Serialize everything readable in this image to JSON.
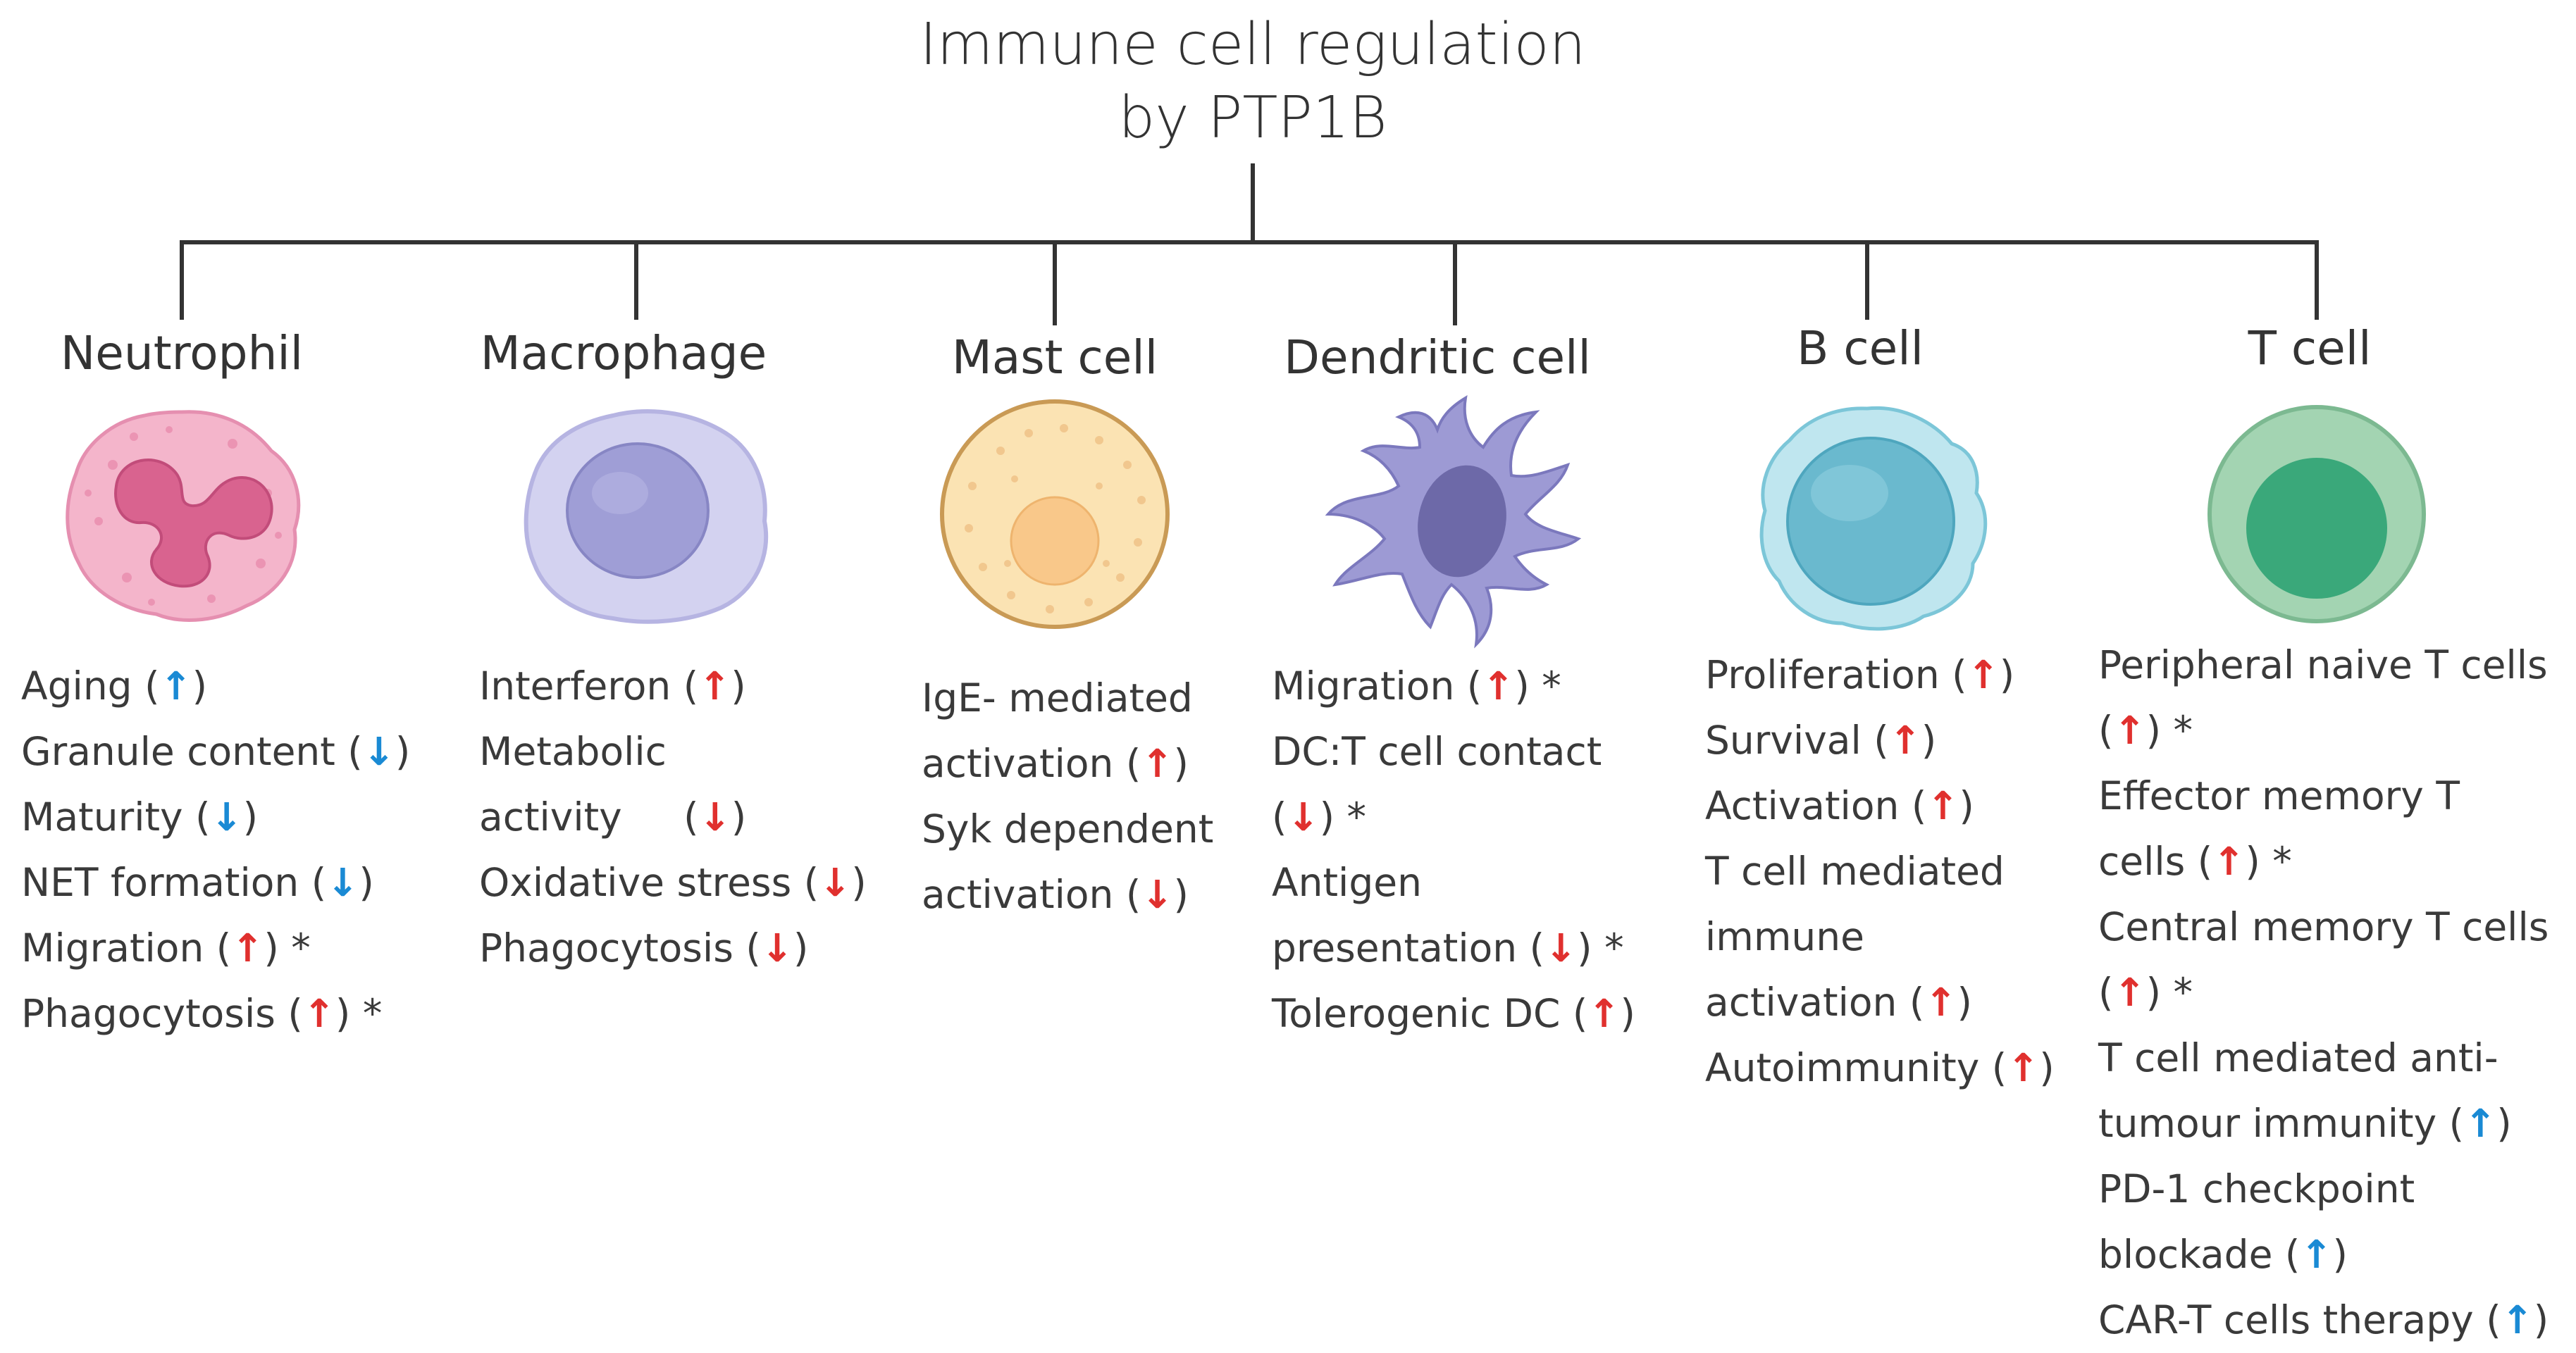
{
  "title_lines": [
    "Immune cell regulation",
    "by PTP1B"
  ],
  "colors": {
    "up_red": "#e0302e",
    "down_red": "#e0302e",
    "up_blue": "#1a8ad4",
    "down_blue": "#1a8ad4",
    "connector": "#333333"
  },
  "cells": [
    {
      "id": "neutrophil",
      "name": "Neutrophil",
      "icon": "neutrophil-icon",
      "lines": [
        {
          "text": "Aging (",
          "arrow": "↑",
          "color": "blue",
          "after": ")"
        },
        {
          "text": "Granule content (",
          "arrow": "↓",
          "color": "blue",
          "after": ")"
        },
        {
          "text": "Maturity (",
          "arrow": "↓",
          "color": "blue",
          "after": ")"
        },
        {
          "text": "NET formation (",
          "arrow": "↓",
          "color": "blue",
          "after": ")"
        },
        {
          "text": "Migration (",
          "arrow": "↑",
          "color": "red",
          "after": ") *"
        },
        {
          "text": "Phagocytosis (",
          "arrow": "↑",
          "color": "red",
          "after": ") *"
        }
      ]
    },
    {
      "id": "macrophage",
      "name": "Macrophage",
      "icon": "macrophage-icon",
      "lines": [
        {
          "text": "Interferon (",
          "arrow": "↑",
          "color": "red",
          "after": ")"
        },
        {
          "text": "Metabolic",
          "arrow": "",
          "color": "",
          "after": ""
        },
        {
          "text": "activity     (",
          "arrow": "↓",
          "color": "red",
          "after": ")"
        },
        {
          "text": "Oxidative stress (",
          "arrow": "↓",
          "color": "red",
          "after": ")"
        },
        {
          "text": "Phagocytosis (",
          "arrow": "↓",
          "color": "red",
          "after": ")"
        }
      ]
    },
    {
      "id": "mast-cell",
      "name": "Mast cell",
      "icon": "mast-cell-icon",
      "lines": [
        {
          "text": "IgE- mediated",
          "arrow": "",
          "color": "",
          "after": ""
        },
        {
          "text": "activation (",
          "arrow": "↑",
          "color": "red",
          "after": ")"
        },
        {
          "text": "Syk dependent",
          "arrow": "",
          "color": "",
          "after": ""
        },
        {
          "text": "activation (",
          "arrow": "↓",
          "color": "red",
          "after": ")"
        }
      ]
    },
    {
      "id": "dendritic-cell",
      "name": "Dendritic cell",
      "icon": "dendritic-cell-icon",
      "lines": [
        {
          "text": "Migration (",
          "arrow": "↑",
          "color": "red",
          "after": ") *"
        },
        {
          "text": "DC:T cell contact",
          "arrow": "",
          "color": "",
          "after": ""
        },
        {
          "text": "(",
          "arrow": "↓",
          "color": "red",
          "after": ") *"
        },
        {
          "text": "Antigen",
          "arrow": "",
          "color": "",
          "after": ""
        },
        {
          "text": "presentation (",
          "arrow": "↓",
          "color": "red",
          "after": ") *"
        },
        {
          "text": "Tolerogenic DC (",
          "arrow": "↑",
          "color": "red",
          "after": ")"
        }
      ]
    },
    {
      "id": "b-cell",
      "name": "B cell",
      "icon": "b-cell-icon",
      "lines": [
        {
          "text": "Proliferation (",
          "arrow": "↑",
          "color": "red",
          "after": ")"
        },
        {
          "text": "Survival (",
          "arrow": "↑",
          "color": "red",
          "after": ")"
        },
        {
          "text": "Activation (",
          "arrow": "↑",
          "color": "red",
          "after": ")"
        },
        {
          "text": "T cell mediated",
          "arrow": "",
          "color": "",
          "after": ""
        },
        {
          "text": "immune",
          "arrow": "",
          "color": "",
          "after": ""
        },
        {
          "text": "activation (",
          "arrow": "↑",
          "color": "red",
          "after": ")"
        },
        {
          "text": "Autoimmunity (",
          "arrow": "↑",
          "color": "red",
          "after": ")"
        }
      ]
    },
    {
      "id": "t-cell",
      "name": "T cell",
      "icon": "t-cell-icon",
      "lines": [
        {
          "text": "Peripheral naive T cells",
          "arrow": "",
          "color": "",
          "after": ""
        },
        {
          "text": "(",
          "arrow": "↑",
          "color": "red",
          "after": ") *"
        },
        {
          "text": "Effector memory T",
          "arrow": "",
          "color": "",
          "after": ""
        },
        {
          "text": "cells (",
          "arrow": "↑",
          "color": "red",
          "after": ") *"
        },
        {
          "text": "Central memory T cells",
          "arrow": "",
          "color": "",
          "after": ""
        },
        {
          "text": "(",
          "arrow": "↑",
          "color": "red",
          "after": ") *"
        },
        {
          "text": "T cell mediated anti-",
          "arrow": "",
          "color": "",
          "after": ""
        },
        {
          "text": "tumour immunity (",
          "arrow": "↑",
          "color": "blue",
          "after": ")"
        },
        {
          "text": "PD-1 checkpoint",
          "arrow": "",
          "color": "",
          "after": ""
        },
        {
          "text": "blockade (",
          "arrow": "↑",
          "color": "blue",
          "after": ")"
        },
        {
          "text": "CAR-T cells therapy (",
          "arrow": "↑",
          "color": "blue",
          "after": ")"
        }
      ]
    }
  ]
}
